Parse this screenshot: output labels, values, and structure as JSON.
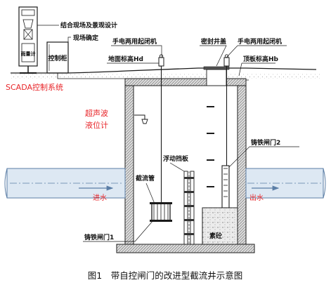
{
  "labels": {
    "meter": "雨量计",
    "cabinet": "控制柜",
    "site_design": "结合现场及景观设计",
    "site_confirm": "现场确定",
    "winch_left": "手电两用起闭机",
    "sealed_cover": "密封井盖",
    "winch_right": "手电两用起闭机",
    "ground_elev": "地面标高Hd",
    "roof_elev": "顶板标高Hb",
    "scada": "SCADA控制系统",
    "ultrasonic_1": "超声波",
    "ultrasonic_2": "液位计",
    "gate_2": "铸铁闸门2",
    "float_baffle": "浮动挡板",
    "intercept_pipe": "截流管",
    "inflow": "进水",
    "outflow": "出水",
    "gate_1": "铸铁闸门1",
    "concrete": "素砼"
  },
  "caption": "图1　带自控闸门的改进型截流井示意图",
  "colors": {
    "line": "#1a1a1a",
    "pipe_fill": "#dde8f3",
    "pipe_stroke": "#5b7ea6",
    "wall_fill": "#d4d4d4",
    "accent_red": "#e8262a"
  }
}
